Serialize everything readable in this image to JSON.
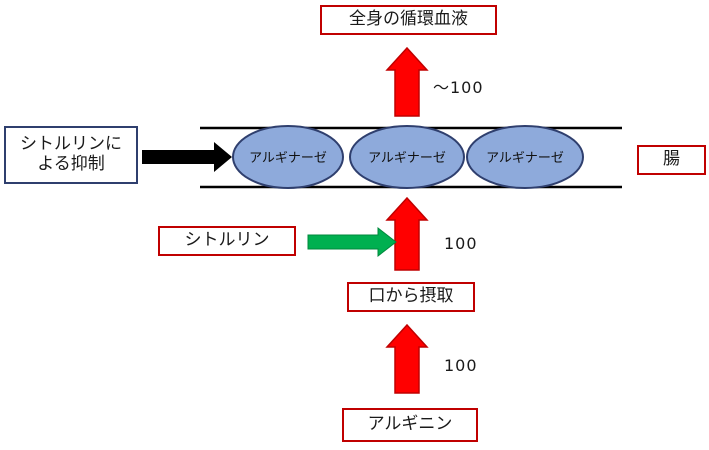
{
  "labels": {
    "circulation": "全身の循環血液",
    "citrulline_inhibition": "シトルリンに\nよる抑制",
    "intestine": "腸",
    "citrulline": "シトルリン",
    "oral_intake": "口から摂取",
    "arginine": "アルギニン"
  },
  "enzymes": [
    "アルギナーゼ",
    "アルギナーゼ",
    "アルギナーゼ"
  ],
  "numbers": {
    "out_to_blood": "～100",
    "into_intestine": "100",
    "oral_amount": "100"
  },
  "colors": {
    "up_arrow": "#ff0000",
    "green_arrow": "#00b050",
    "black_arrow": "#000000",
    "enzyme_fill": "#8eaadb",
    "enzyme_stroke": "#2f3f6e",
    "box_border_red": "#c00000",
    "box_border_blue": "#2f3f6e"
  }
}
